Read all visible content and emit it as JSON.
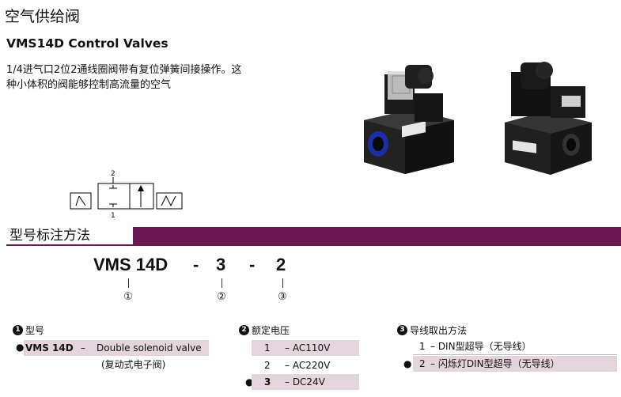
{
  "header": {
    "title_cn": "空气供给阀",
    "title_en": "VMS14D Control Valves",
    "desc_line1": "1/4进气口2位2通线圈阀带有复位弹簧间接操作。这",
    "desc_line2": "种小体积的阀能够控制高流量的空气"
  },
  "symbol": {
    "port_top": "2",
    "port_bottom": "1"
  },
  "banner": {
    "label": "型号标注方法"
  },
  "model": {
    "part1": "VMS 14D",
    "dash1": "-",
    "part2": "3",
    "dash2": "-",
    "part3": "2",
    "marker1": "①",
    "marker2": "②",
    "marker3": "③"
  },
  "section1": {
    "badge": "1",
    "title": "型号",
    "code": "VMS 14D",
    "sep": "–",
    "desc_en": "Double solenoid valve",
    "desc_cn": "(复动式电子阀)"
  },
  "section2": {
    "badge": "2",
    "title": "额定电压",
    "options": [
      {
        "num": "1",
        "label": "– AC110V"
      },
      {
        "num": "2",
        "label": "– AC220V"
      },
      {
        "num": "3",
        "label": "– DC24V"
      }
    ]
  },
  "section3": {
    "badge": "3",
    "title": "导线取出方法",
    "options": [
      {
        "num": "1",
        "label": "–  DIN型超导（无导线）"
      },
      {
        "num": "2",
        "label": "–  闪烁灯DIN型超导（无导线）"
      }
    ]
  },
  "colors": {
    "banner": "#6b1752",
    "row_shade": "#e4d4dc"
  }
}
